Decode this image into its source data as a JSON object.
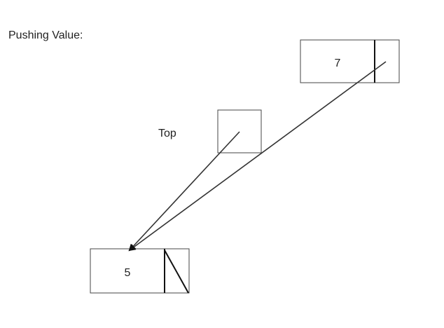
{
  "title": "Pushing Value:",
  "top_label": "Top",
  "new_node": {
    "value": "7"
  },
  "existing_node": {
    "value": "5"
  },
  "colors": {
    "stroke": "#333333",
    "text": "#222222",
    "background": "#ffffff"
  }
}
